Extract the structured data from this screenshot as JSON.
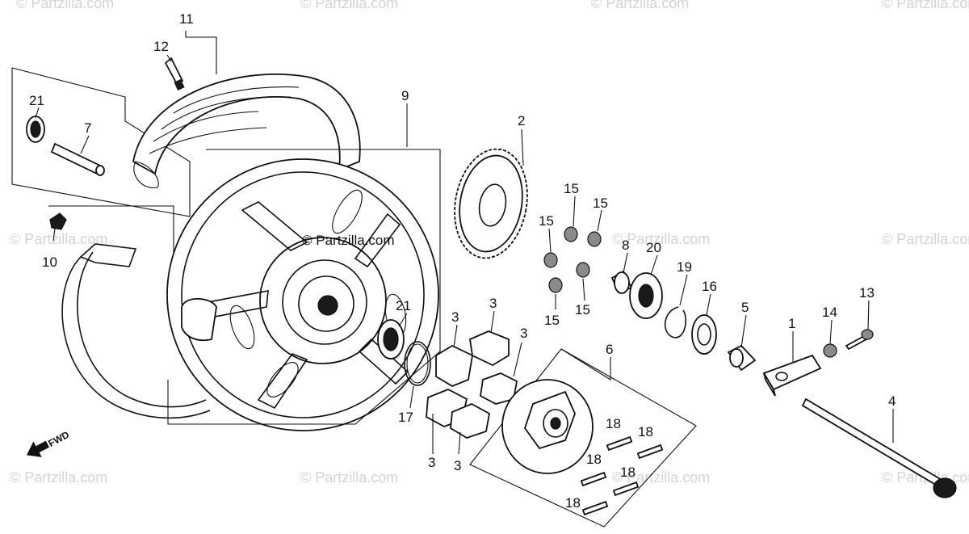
{
  "watermark": "© Partzilla.com",
  "callouts": {
    "p1": "1",
    "p2": "2",
    "p3a": "3",
    "p3b": "3",
    "p3c": "3",
    "p3d": "3",
    "p3e": "3",
    "p4": "4",
    "p5": "5",
    "p6": "6",
    "p7": "7",
    "p8": "8",
    "p9": "9",
    "p10": "10",
    "p11": "11",
    "p12": "12",
    "p13": "13",
    "p14": "14",
    "p15a": "15",
    "p15b": "15",
    "p15c": "15",
    "p15d": "15",
    "p15e": "15",
    "p16": "16",
    "p17": "17",
    "p18a": "18",
    "p18b": "18",
    "p18c": "18",
    "p18d": "18",
    "p18e": "18",
    "p19": "19",
    "p20": "20",
    "p21a": "21",
    "p21b": "21"
  },
  "direction_label": "FWD",
  "colors": {
    "ink": "#111111",
    "watermark": "#d4d4d4",
    "background": "#ffffff"
  },
  "icons": [
    "fwd-arrow-icon"
  ]
}
